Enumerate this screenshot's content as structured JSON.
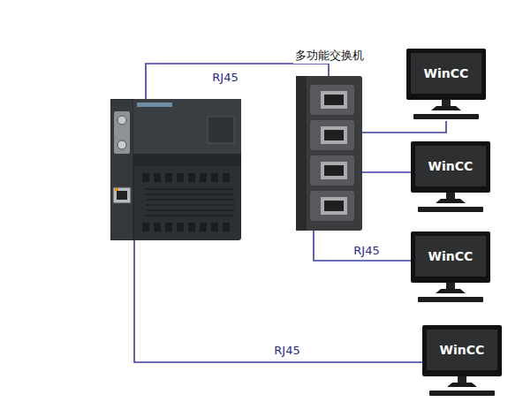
{
  "diagram": {
    "nodes": [
      {
        "text": []
      },
      {
        "text": [
          "多功能交换机"
        ]
      },
      {
        "text": [
          "WinCC"
        ]
      },
      {
        "text": [
          "WinCC"
        ]
      },
      {
        "text": [
          "WinCC"
        ]
      },
      {
        "text": [
          "WinCC"
        ]
      }
    ],
    "edges": [
      {
        "from": 0,
        "to": 1,
        "arrow": "none",
        "label": "RJ45"
      },
      {
        "from": 1,
        "to": 2,
        "arrow": "none"
      },
      {
        "from": 1,
        "to": 3,
        "arrow": "none"
      },
      {
        "from": 1,
        "to": 4,
        "arrow": "none",
        "label": "RJ45"
      },
      {
        "from": 0,
        "to": 5,
        "arrow": "none",
        "label": "RJ45"
      }
    ]
  }
}
